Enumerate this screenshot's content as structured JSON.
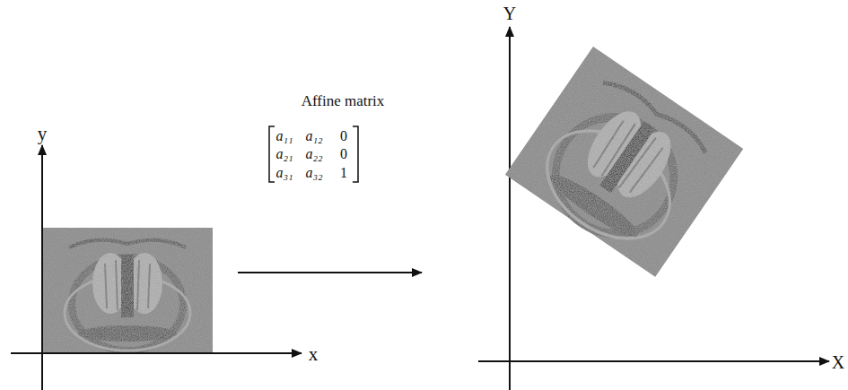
{
  "diagram": {
    "labels": [
      "y",
      "x",
      "Affine matrix",
      "a₁₁",
      "a₁₂",
      "0",
      "a₂₁",
      "a₂₂",
      "0",
      "a₃₁",
      "a₃₂",
      "1",
      "Y",
      "X"
    ]
  }
}
